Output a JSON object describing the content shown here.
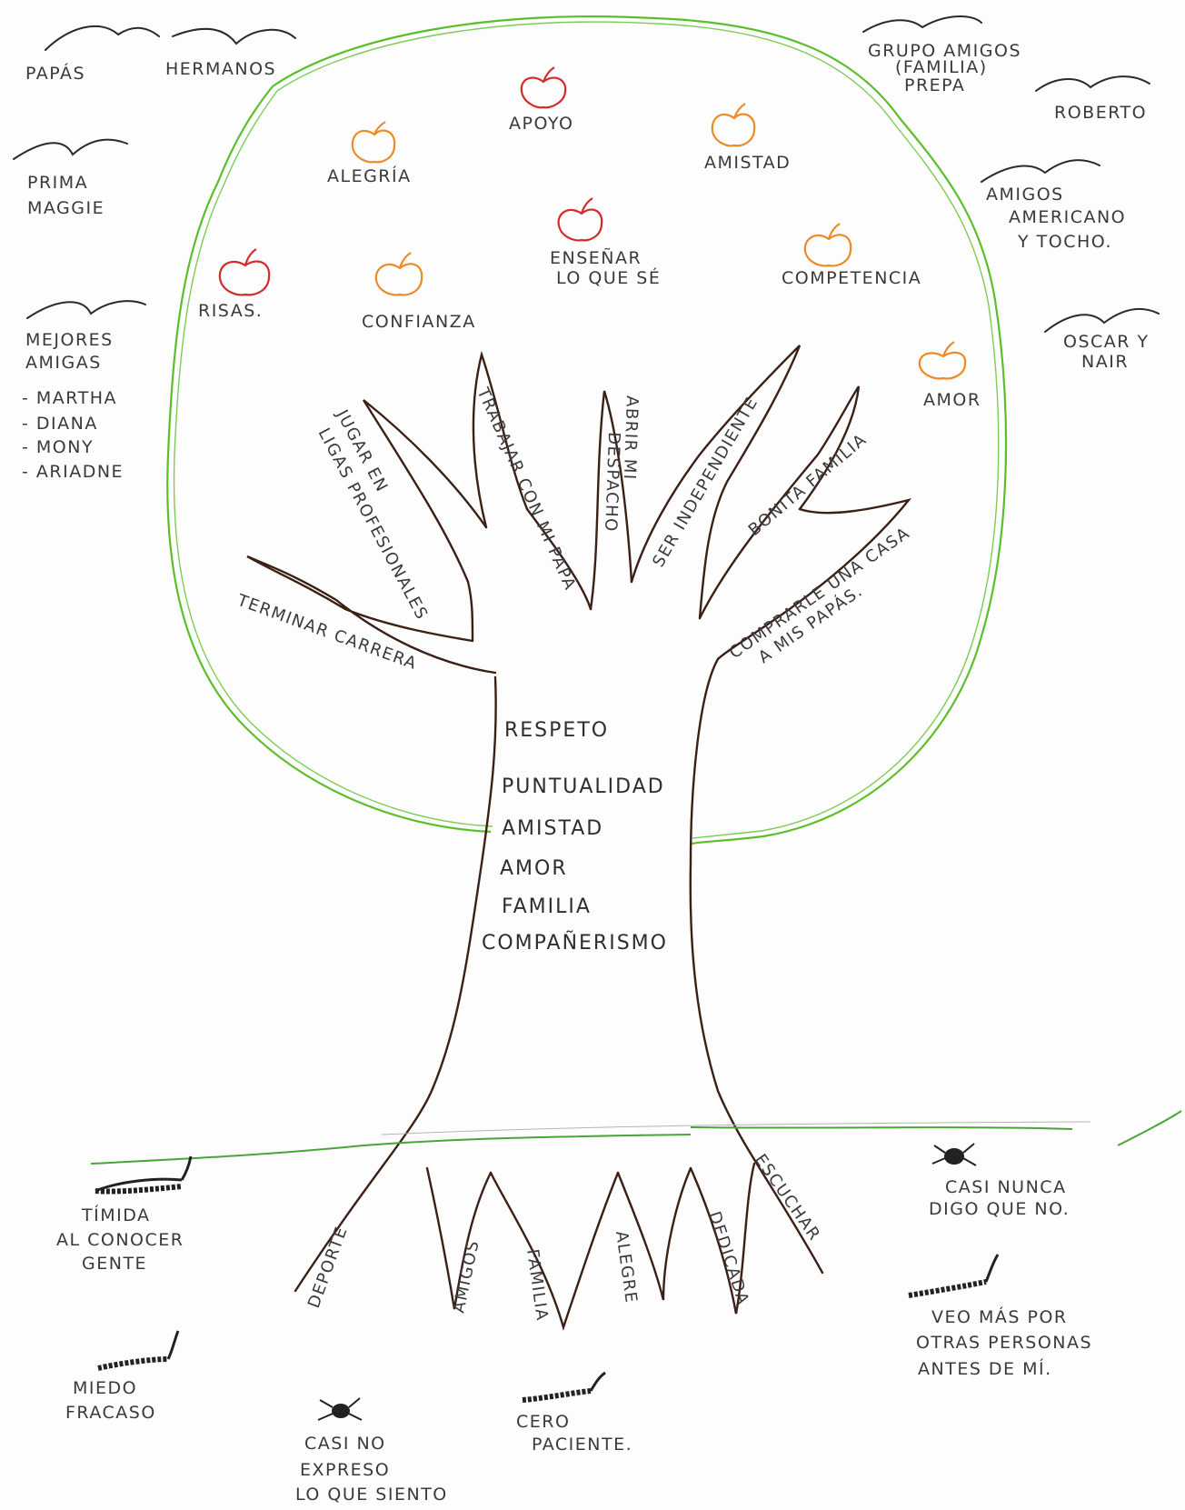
{
  "colors": {
    "canopy": "#5cbf2a",
    "trunk": "#3b2016",
    "apple_red": "#d42a2a",
    "apple_orange": "#ee8a24",
    "ground": "#4aa53a",
    "ink": "#3a3a3a"
  },
  "birds": {
    "papas": "PAPÁS",
    "hermanos": "HERMANOS",
    "prima": [
      "PRIMA",
      "MAGGIE"
    ],
    "mejores": [
      "MEJORES",
      "AMIGAS",
      "- MARTHA",
      "- DIANA",
      "- MONY",
      "- ARIADNE"
    ],
    "grupo": [
      "GRUPO AMIGOS",
      "(FAMILIA)",
      "PREPA"
    ],
    "roberto": "ROBERTO",
    "amigos": [
      "AMIGOS",
      "AMERICANO",
      "Y TOCHO."
    ],
    "oscar": [
      "OSCAR Y",
      "NAIR"
    ]
  },
  "fruits": {
    "apoyo": "APOYO",
    "alegria": "ALEGRÍA",
    "amistad": "AMISTAD",
    "ensenar": [
      "ENSEÑAR",
      "LO QUE SÉ"
    ],
    "risas": "RISAS.",
    "confianza": "CONFIANZA",
    "competencia": "COMPETENCIA",
    "amor": "AMOR"
  },
  "branches": {
    "terminar": "TERMINAR CARRERA",
    "jugar": [
      "JUGAR EN",
      "LIGAS PROFESIONALES"
    ],
    "trabajar": "TRABAJAR CON MI PAPÁ",
    "abrir": [
      "ABRIR MI",
      "DESPACHO"
    ],
    "ser": "SER INDEPENDIENTE",
    "bonita": "BONITA FAMILIA",
    "comprar": [
      "COMPRARLE UNA CASA",
      "A MIS PAPÁS."
    ]
  },
  "trunk_values": [
    "RESPETO",
    "PUNTUALIDAD",
    "AMISTAD",
    "AMOR",
    "FAMILIA",
    "COMPAÑERISMO"
  ],
  "roots": {
    "deporte": "DEPORTE",
    "amigos": "AMIGOS",
    "familia": "FAMILIA",
    "alegre": "ALEGRE",
    "dedicada": "DEDICADA",
    "escuchar": "ESCUCHAR"
  },
  "bugs": {
    "timida": [
      "TÍMIDA",
      "AL CONOCER",
      "GENTE"
    ],
    "miedo": [
      "MIEDO",
      "FRACASO"
    ],
    "expreso": [
      "CASI NO",
      "EXPRESO",
      "LO QUE SIENTO"
    ],
    "paciente": [
      "CERO",
      "PACIENTE."
    ],
    "nunca": [
      "CASI NUNCA",
      "DIGO QUE NO."
    ],
    "veo": [
      "VEO MÁS POR",
      "OTRAS PERSONAS",
      "ANTES DE MÍ."
    ]
  }
}
